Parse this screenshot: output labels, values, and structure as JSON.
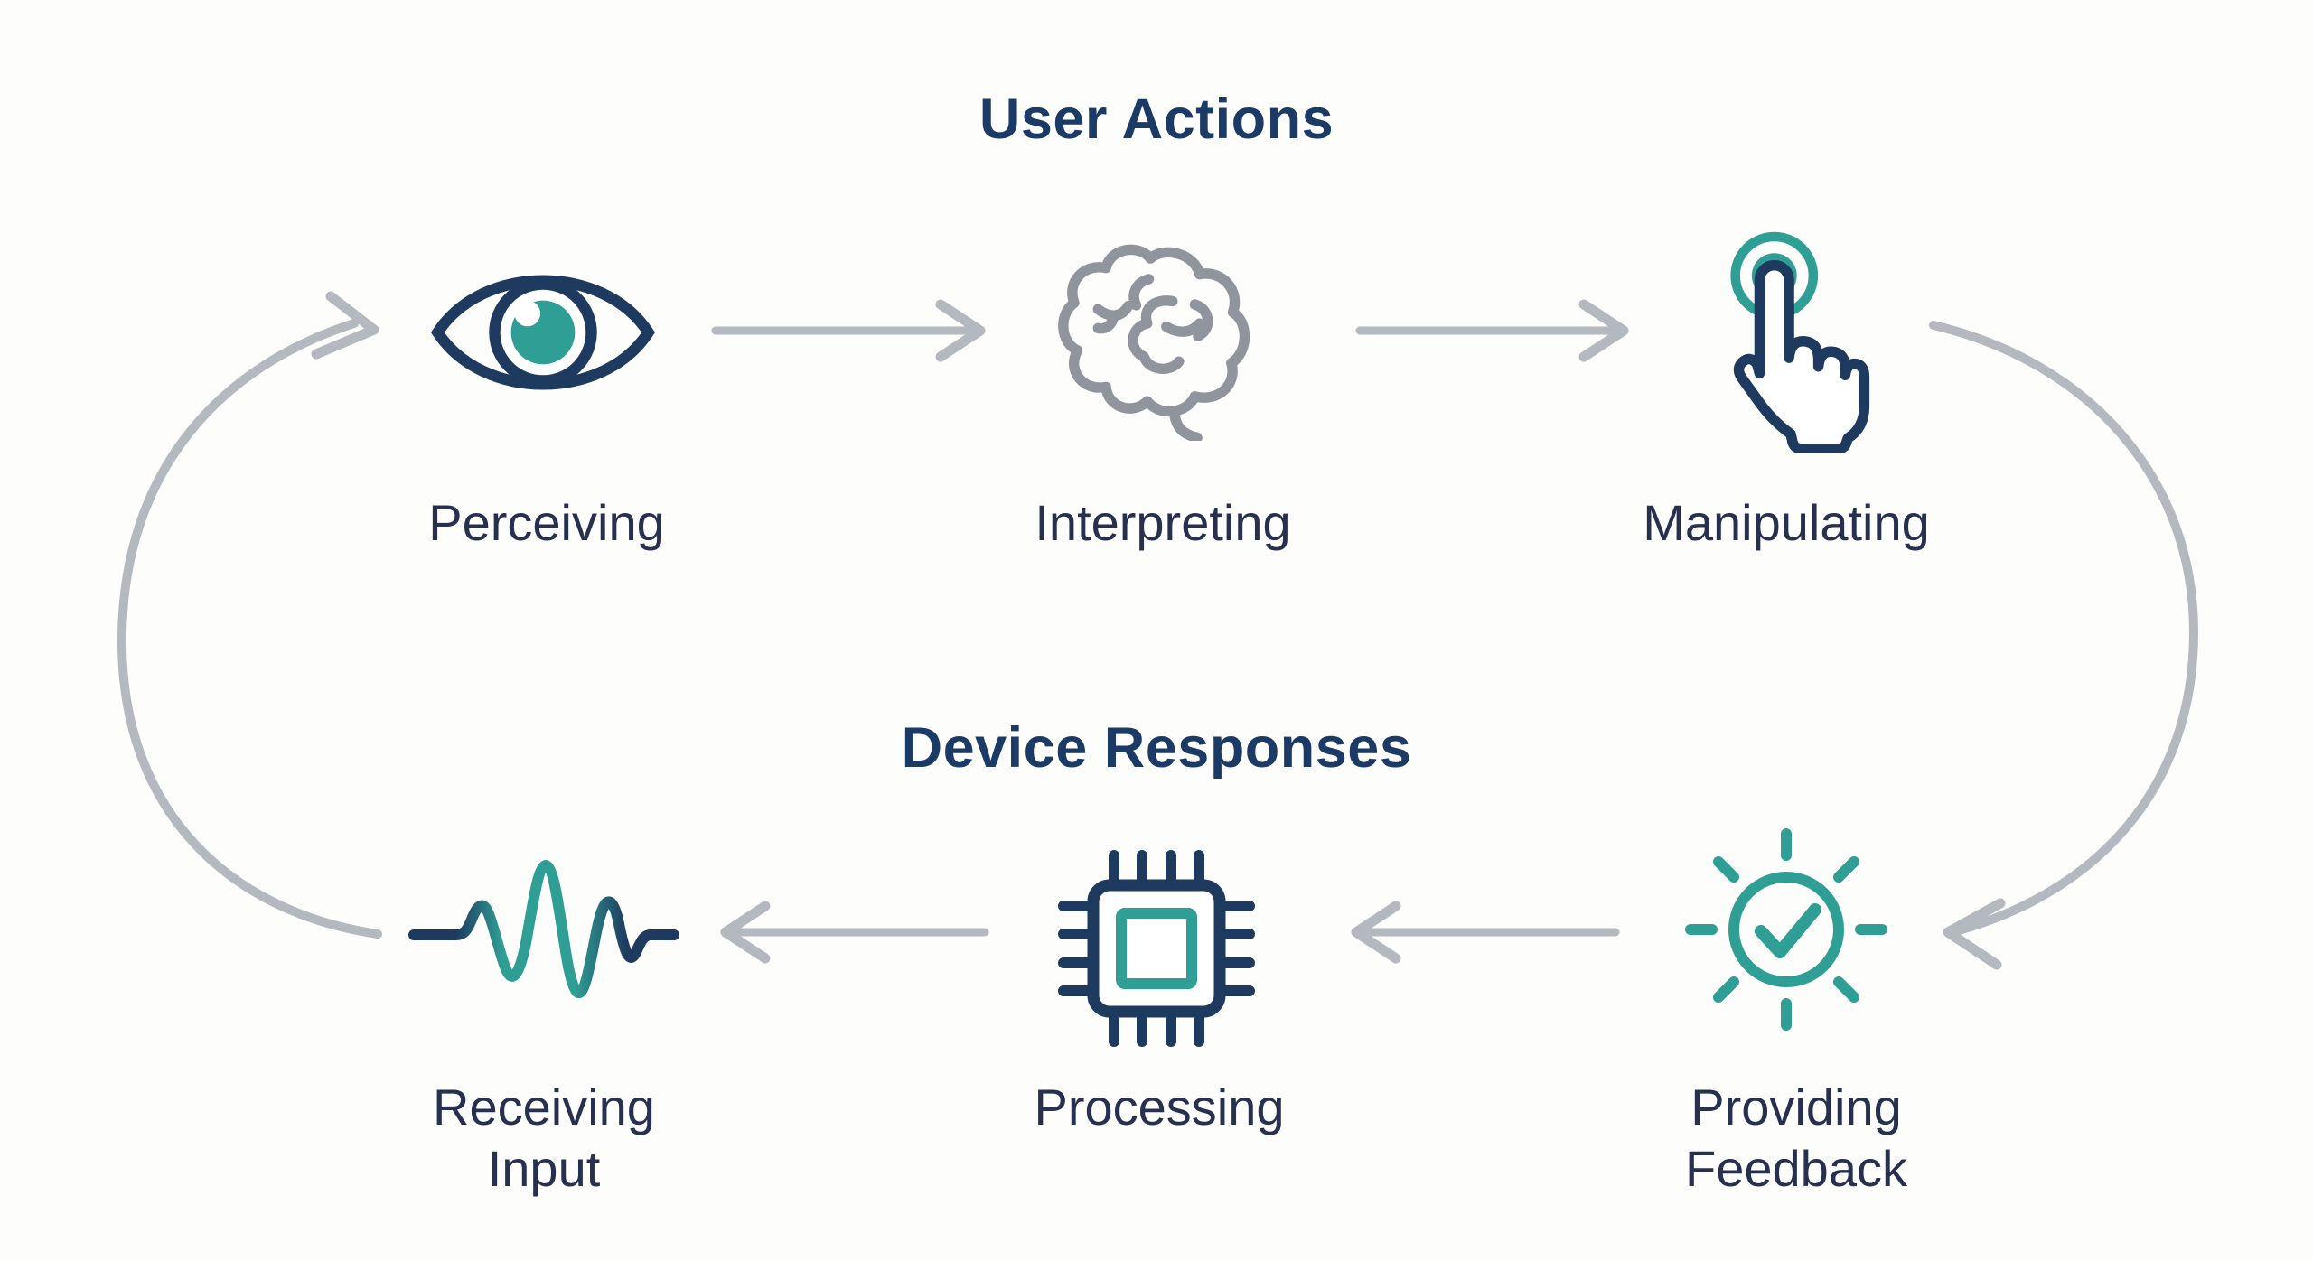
{
  "colors": {
    "navy": "#1E3A5F",
    "teal": "#2F9E95",
    "text": "#27304E",
    "title": "#1C3A66",
    "arrow": "#B4B9C0",
    "brain": "#8F949D",
    "bg": "#FDFDFC"
  },
  "top_section": {
    "title": "User Actions",
    "steps": [
      {
        "label": "Perceiving",
        "icon": "eye-icon"
      },
      {
        "label": "Interpreting",
        "icon": "brain-icon"
      },
      {
        "label": "Manipulating",
        "icon": "tap-hand-icon"
      }
    ]
  },
  "bottom_section": {
    "title": "Device Responses",
    "steps": [
      {
        "label": "Receiving Input",
        "icon": "sound-wave-icon"
      },
      {
        "label": "Processing",
        "icon": "processor-chip-icon"
      },
      {
        "label": "Providing Feedback",
        "icon": "sun-check-icon"
      }
    ]
  },
  "flow": {
    "top_row_direction": "left-to-right",
    "bottom_row_direction": "right-to-left",
    "left_curve": "Receiving Input to Perceiving",
    "right_curve": "Manipulating to Providing Feedback"
  }
}
